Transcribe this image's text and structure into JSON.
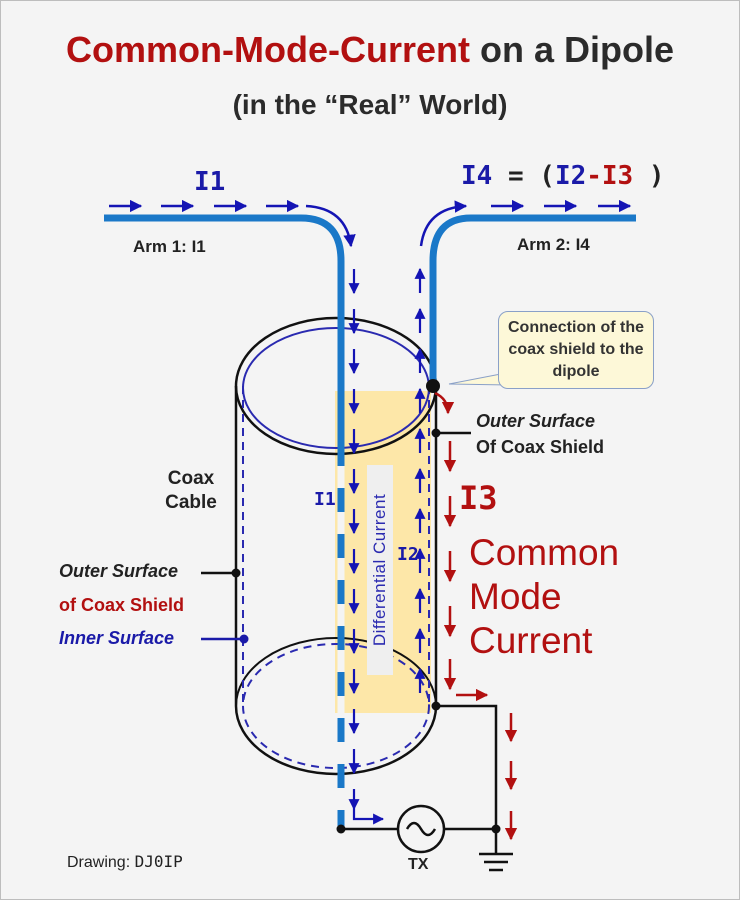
{
  "title": {
    "red_part": "Common-Mode-Current",
    "dark_part": "on a Dipole",
    "subtitle": "(in the “Real” World)"
  },
  "currents": {
    "i1_top": "I1",
    "i4_formula": {
      "lhs": "I4",
      "eq": "=",
      "open": "(",
      "i2": "I2",
      "minus": "-",
      "i3": "I3",
      "close": ")"
    },
    "i1_inner": "I1",
    "i2_inner": "I2",
    "i3": "I3"
  },
  "labels": {
    "arm1": "Arm 1: I1",
    "arm2": "Arm 2: I4",
    "coax_cable": "Coax\nCable",
    "outer_surface_left": "Outer Surface",
    "of_coax_shield": "of Coax Shield",
    "inner_surface": "Inner Surface",
    "outer_surface_right": "Outer Surface",
    "of_coax_shield_right": "Of Coax Shield",
    "differential_current": "Differential  Current",
    "common_mode_line1": "Common",
    "common_mode_line2": "Mode",
    "common_mode_line3": "Current",
    "callout": "Connection of the coax shield to the dipole",
    "tx": "TX",
    "drawing_credit_prefix": "Drawing:",
    "drawing_credit_call": "DJ0IP"
  },
  "colors": {
    "blue_conductor": "#1a78c8",
    "blue_arrow": "#1414b4",
    "red_arrow": "#b21010",
    "differential_band": "#fde7a8",
    "title_red": "#b21010"
  },
  "icons": {
    "source": "ac-source-icon",
    "ground": "ground-icon"
  }
}
